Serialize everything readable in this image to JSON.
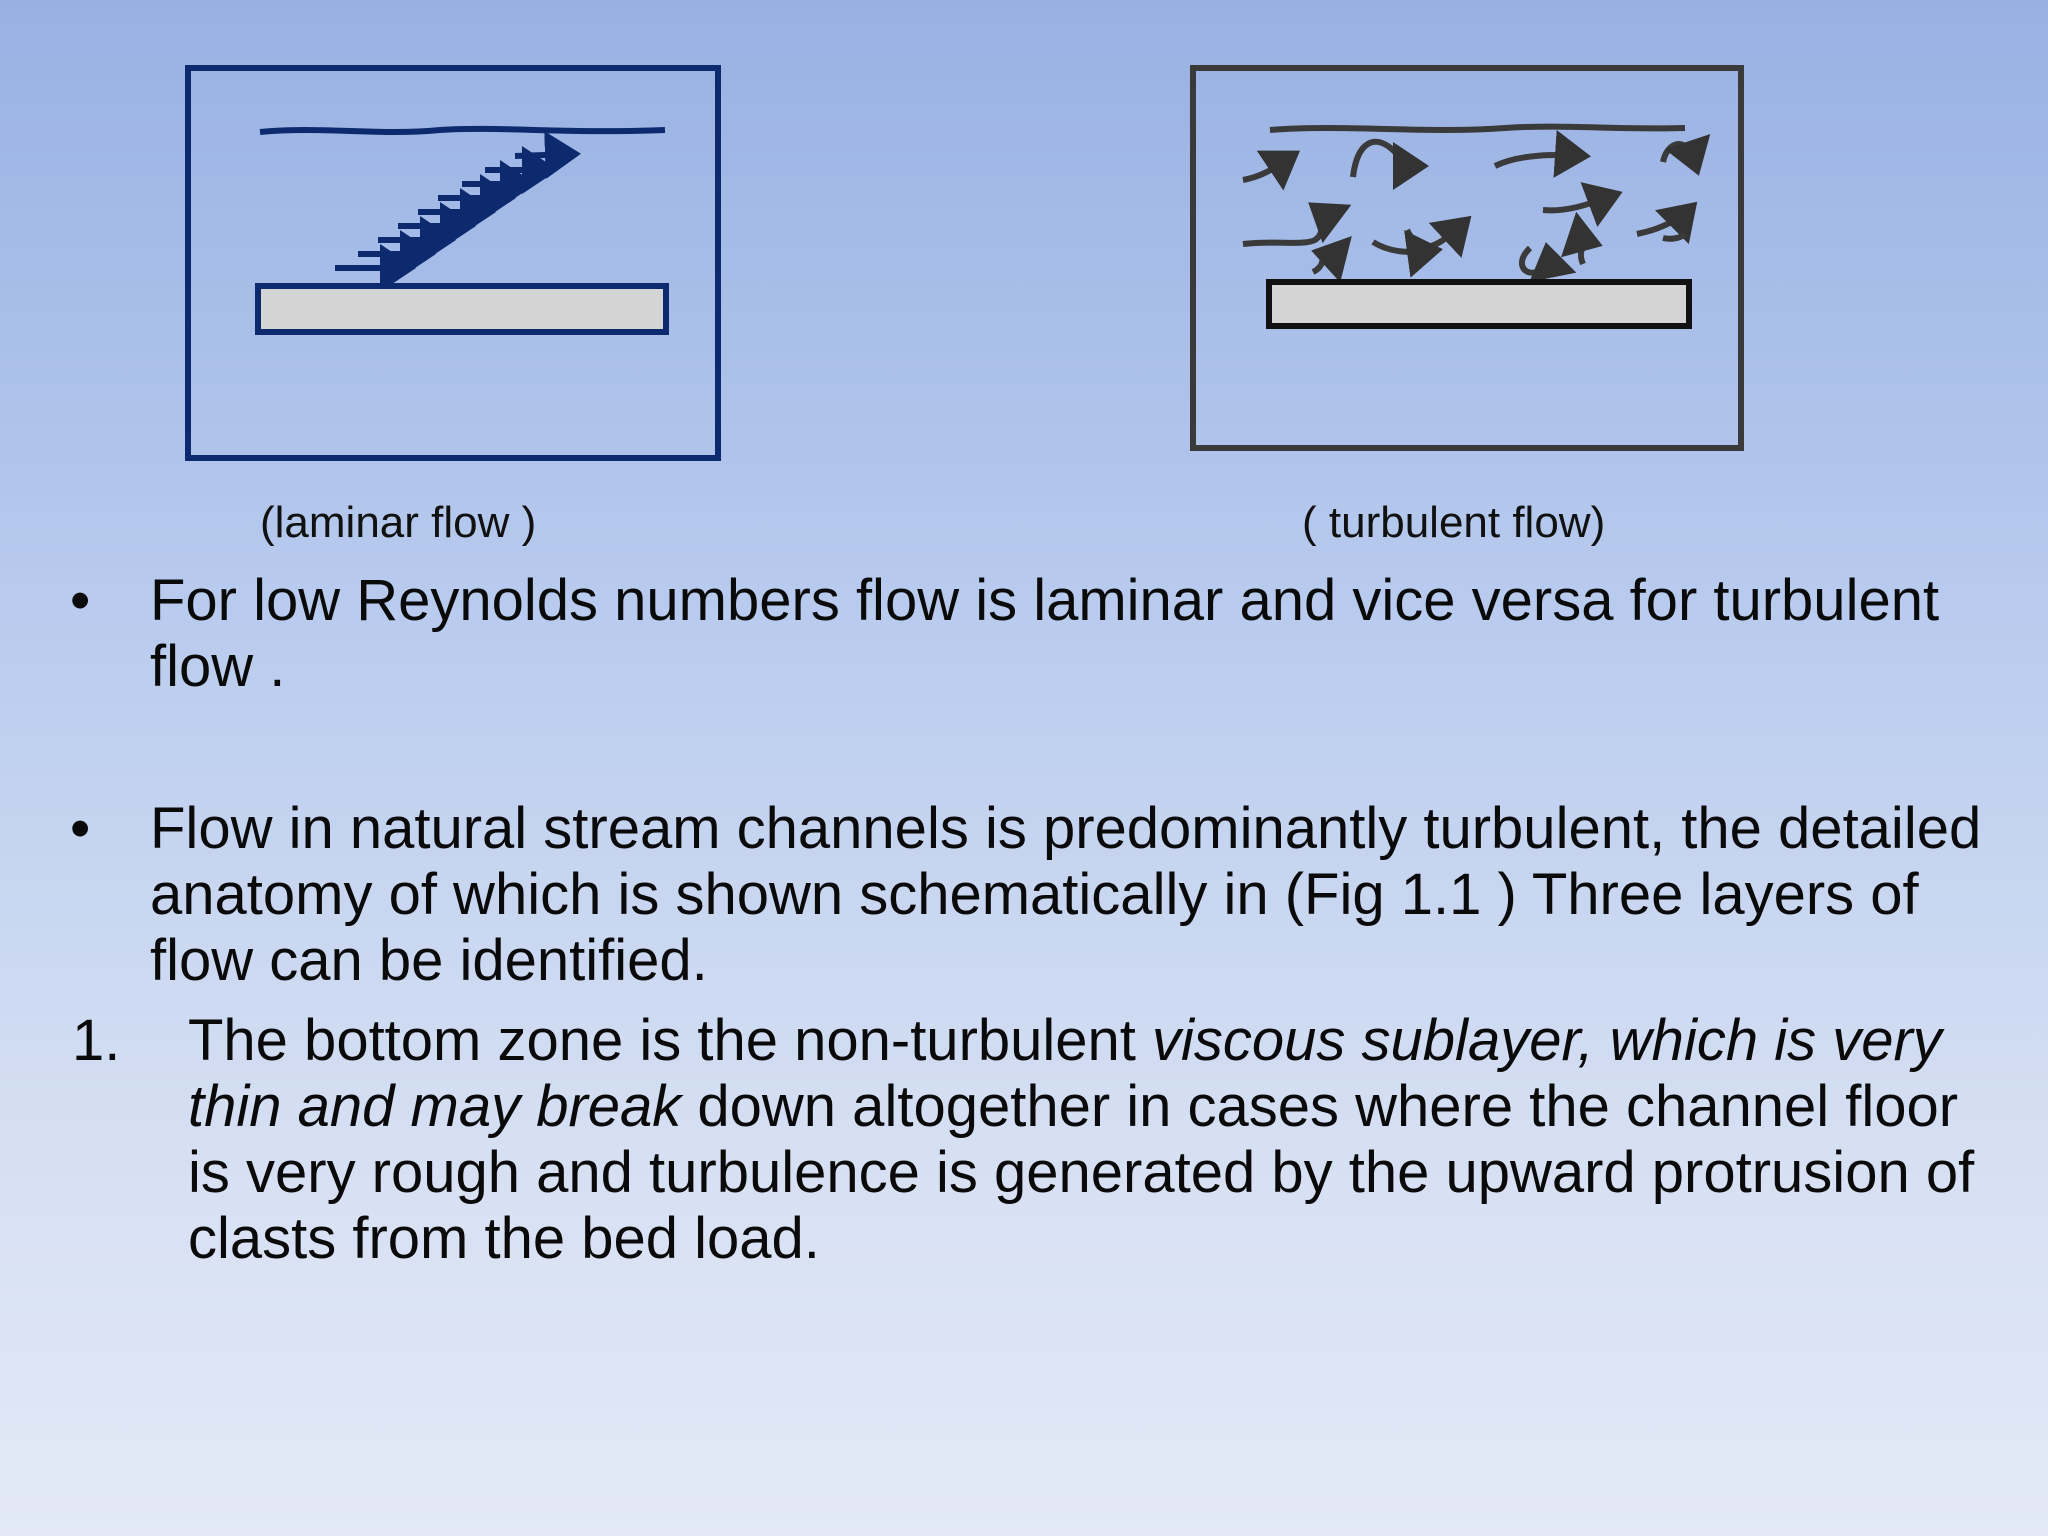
{
  "figures": {
    "laminar_caption": "(laminar flow )",
    "turbulent_caption": "( turbulent flow)",
    "laminar_color": "#0d2a6e",
    "turbulent_color": "#3a3a3a",
    "bed_color": "#d4d4d4"
  },
  "bullets": [
    {
      "mark": "•",
      "text": "For low Reynolds numbers flow is laminar and vice versa for turbulent flow ."
    },
    {
      "mark": "•",
      "text": "Flow in natural stream channels is predominantly turbulent, the detailed anatomy of which is shown schematically in (Fig 1.1 ) Three layers of flow can be identified."
    }
  ],
  "numbered": [
    {
      "mark": "1.",
      "text_before": "The bottom zone is the non-turbulent ",
      "text_italic": "viscous sublayer, which is very thin and may break",
      "text_after": " down altogether in cases where the channel floor is very rough and turbulence is generated by the upward protrusion of clasts from the bed load."
    }
  ]
}
